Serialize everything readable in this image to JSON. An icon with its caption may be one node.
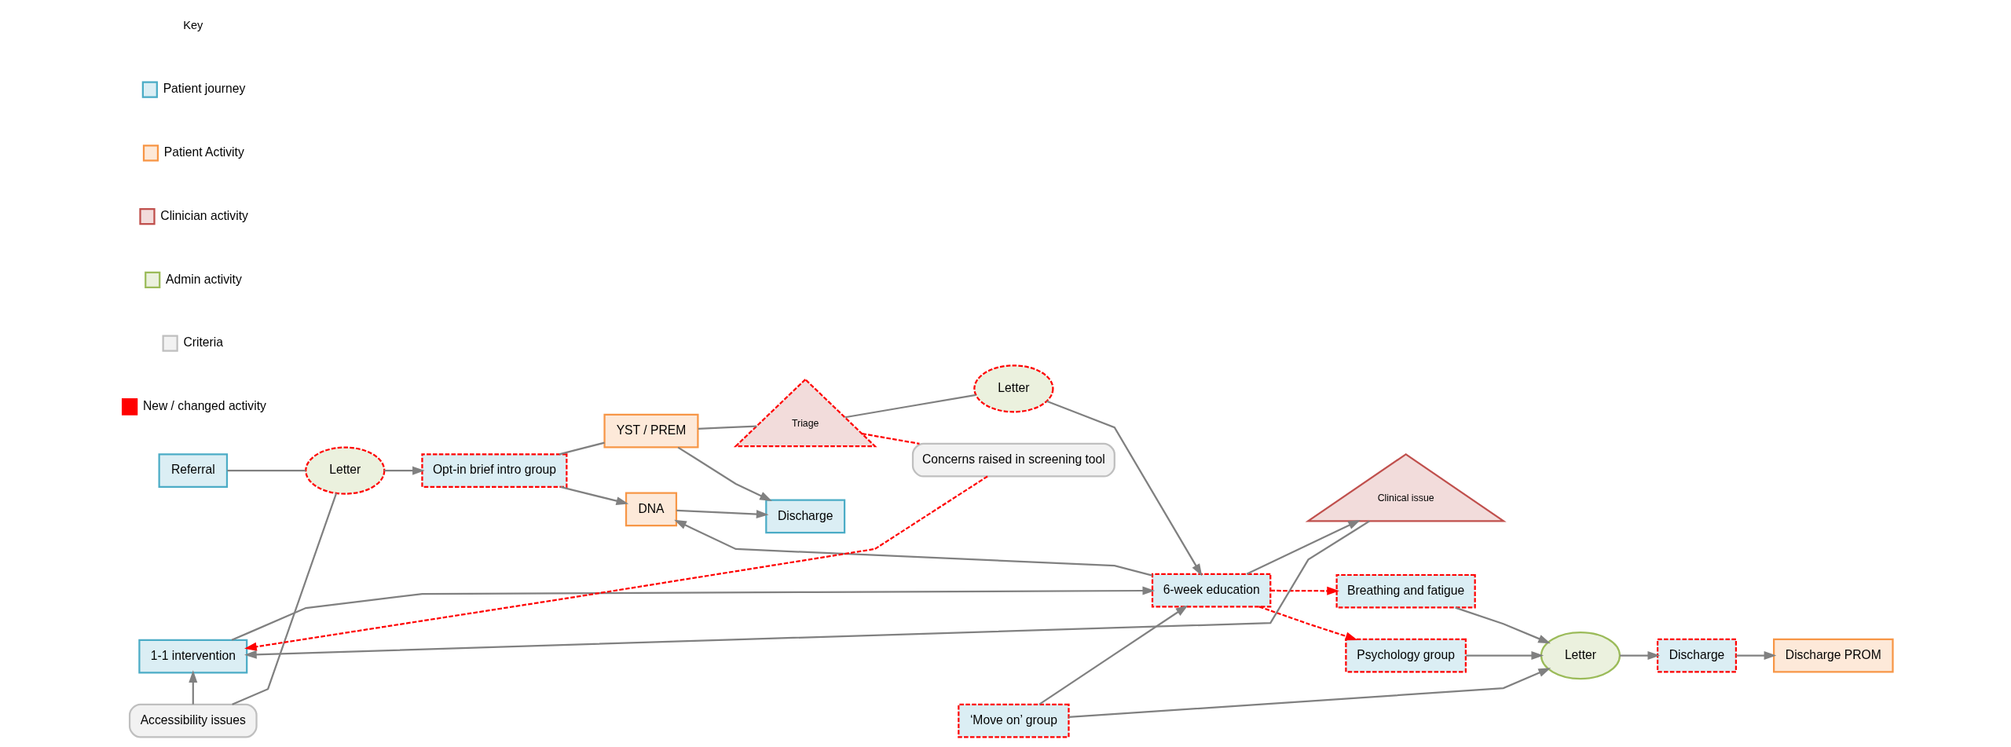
{
  "diagram": {
    "nodes": [
      {
        "text": [
          "Referral"
        ]
      },
      {
        "text": [
          "Letter"
        ]
      },
      {
        "text": [
          "Opt-in brief intro group"
        ]
      },
      {
        "text": [
          "YST / PREM"
        ]
      },
      {
        "text": [
          "Triage"
        ]
      },
      {
        "text": [
          "Letter"
        ]
      },
      {
        "text": [
          "6-week education"
        ]
      },
      {
        "text": [
          "Accessibility issues"
        ]
      },
      {
        "text": [
          "1-1 intervention"
        ]
      },
      {
        "text": [
          "Concerns raised in screening tool"
        ]
      },
      {
        "text": [
          "Clinical issue"
        ]
      },
      {
        "text": [
          "Breathing and fatigue"
        ]
      },
      {
        "text": [
          "‘Move on’ group"
        ]
      },
      {
        "text": [
          "Psychology group"
        ]
      },
      {
        "text": [
          "Letter"
        ]
      },
      {
        "text": [
          "Discharge"
        ]
      },
      {
        "text": [
          "Discharge PROM"
        ]
      },
      {
        "text": [
          "DNA"
        ]
      },
      {
        "text": [
          "Discharge"
        ]
      }
    ],
    "edges": [
      {
        "from": 0,
        "to": 1,
        "arrow": "none"
      },
      {
        "from": 1,
        "to": 2,
        "arrow": "to"
      },
      {
        "from": 1,
        "to": 7,
        "arrow": "none"
      },
      {
        "from": 7,
        "to": 8,
        "arrow": "to"
      },
      {
        "from": 2,
        "to": 3,
        "arrow": "none"
      },
      {
        "from": 3,
        "to": 4,
        "arrow": "none"
      },
      {
        "from": 4,
        "to": 5,
        "arrow": "none"
      },
      {
        "from": 5,
        "to": 6,
        "arrow": "to"
      },
      {
        "from": 4,
        "to": 9,
        "arrow": "none",
        "style": "dashed",
        "color": "#ff0000"
      },
      {
        "from": 9,
        "to": 8,
        "arrow": "to",
        "style": "dashed",
        "color": "#ff0000"
      },
      {
        "from": 6,
        "to": 10,
        "arrow": "to"
      },
      {
        "from": 10,
        "to": 8,
        "arrow": "to"
      },
      {
        "from": 8,
        "to": 6,
        "arrow": "to"
      },
      {
        "from": 12,
        "to": 6,
        "arrow": "to"
      },
      {
        "from": 6,
        "to": 11,
        "arrow": "to",
        "style": "dashed",
        "color": "#ff0000"
      },
      {
        "from": 6,
        "to": 13,
        "arrow": "to",
        "style": "dashed",
        "color": "#ff0000"
      },
      {
        "from": 11,
        "to": 14,
        "arrow": "to"
      },
      {
        "from": 12,
        "to": 14,
        "arrow": "to"
      },
      {
        "from": 13,
        "to": 14,
        "arrow": "to"
      },
      {
        "from": 14,
        "to": 15,
        "arrow": "to"
      },
      {
        "from": 15,
        "to": 16,
        "arrow": "to"
      },
      {
        "from": 2,
        "to": 17,
        "arrow": "to"
      },
      {
        "from": 3,
        "to": 18,
        "arrow": "to"
      },
      {
        "from": 6,
        "to": 17,
        "arrow": "to"
      },
      {
        "from": 17,
        "to": 18,
        "arrow": "to"
      }
    ],
    "labels": [
      "Key"
    ],
    "legend": [
      {
        "text": "Patient journey",
        "color": "#dbeef4"
      },
      {
        "text": "Patient Activity",
        "color": "#fde9d9"
      },
      {
        "text": "Clinician activity",
        "color": "#f2dcdb"
      },
      {
        "text": "Admin activity",
        "color": "#ebf1de"
      },
      {
        "text": "Criteria",
        "color": "#f2f2f2"
      },
      {
        "text": "New / changed activity",
        "color": "#ff0000"
      }
    ]
  }
}
